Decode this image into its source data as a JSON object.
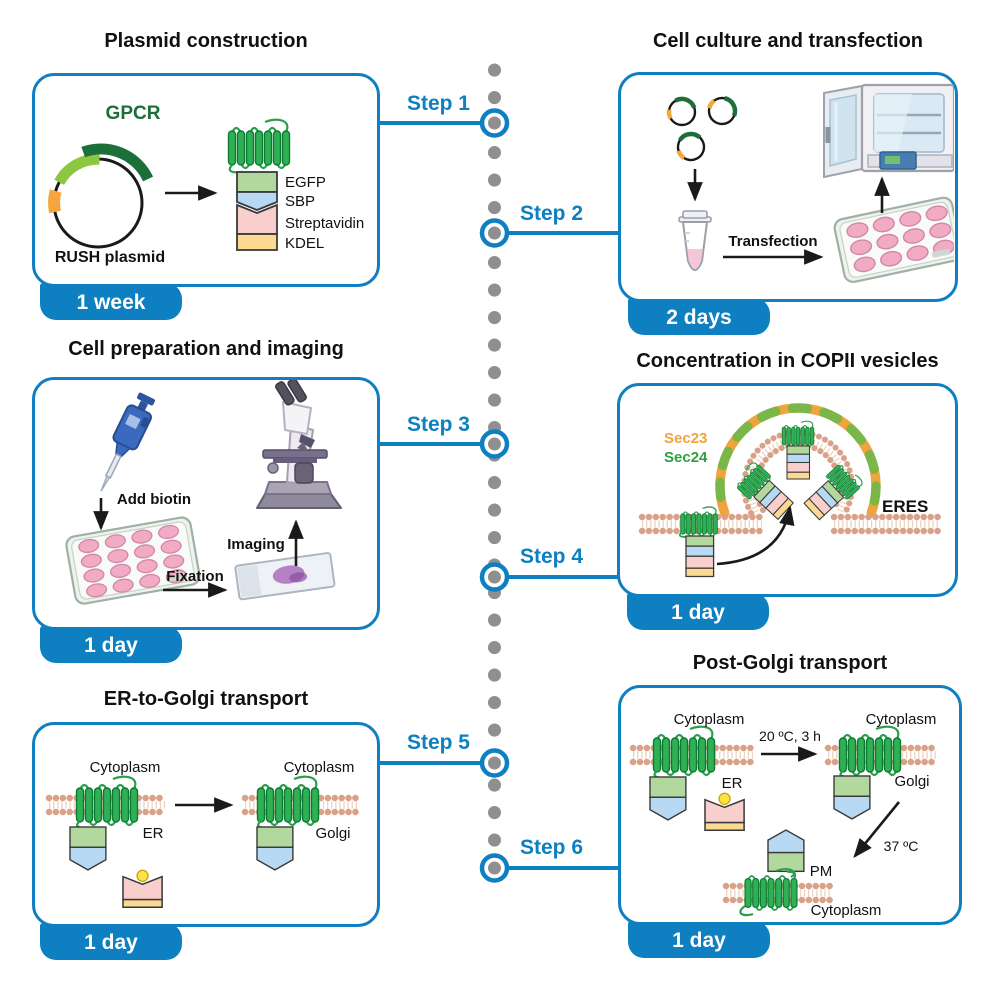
{
  "accent_color": "#0e7fc1",
  "steps": [
    "Step 1",
    "Step 2",
    "Step 3",
    "Step 4",
    "Step 5",
    "Step 6"
  ],
  "p1": {
    "title": "Plasmid construction",
    "duration": "1 week",
    "gpcr": "GPCR",
    "plasmid_label": "RUSH plasmid",
    "tag_labels": [
      "EGFP",
      "SBP",
      "Streptavidin",
      "KDEL"
    ]
  },
  "p2": {
    "title": "Cell culture and transfection",
    "duration": "2 days",
    "arrow_label": "Transfection"
  },
  "p3": {
    "title": "Cell preparation and imaging",
    "duration": "1 day",
    "add_biotin": "Add biotin",
    "fixation": "Fixation",
    "imaging": "Imaging"
  },
  "p4": {
    "title": "Concentration in COPII vesicles",
    "duration": "1 day",
    "sec23": "Sec23",
    "sec24": "Sec24",
    "sec23_color": "#f0a43e",
    "sec24_color": "#2f9e41",
    "eres": "ERES"
  },
  "p5": {
    "title": "ER-to-Golgi transport",
    "duration": "1 day",
    "cytoplasm_left": "Cytoplasm",
    "er": "ER",
    "cytoplasm_right": "Cytoplasm",
    "golgi": "Golgi"
  },
  "p6": {
    "title": "Post-Golgi transport",
    "duration": "1 day",
    "cytoplasm_left": "Cytoplasm",
    "er": "ER",
    "temp_shift_1": "20 ºC, 3 h",
    "cytoplasm_right": "Cytoplasm",
    "golgi": "Golgi",
    "temp_shift_2": "37 ºC",
    "pm": "PM",
    "cytoplasm_bottom": "Cytoplasm"
  }
}
